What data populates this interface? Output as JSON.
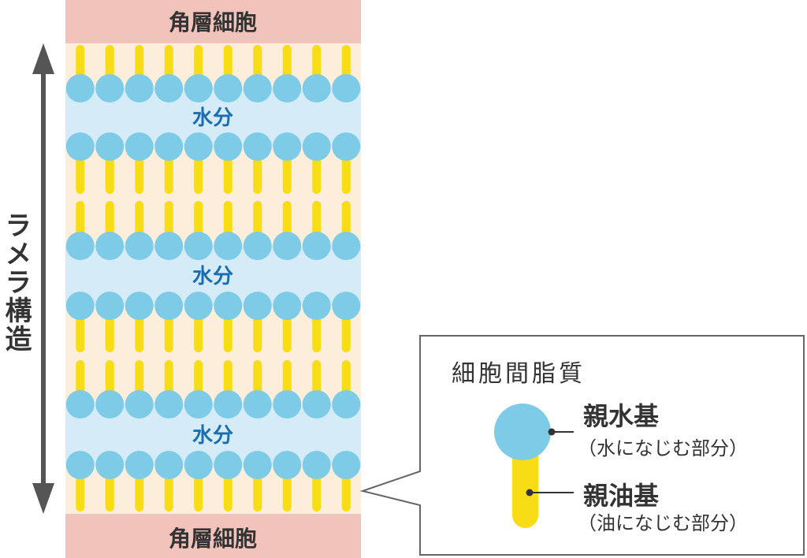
{
  "diagram": {
    "top_cell_label": "角層細胞",
    "bottom_cell_label": "角層細胞",
    "water_labels": [
      "水分",
      "水分",
      "水分"
    ],
    "lamellar_label": "ラメラ構造"
  },
  "legend": {
    "title": "細胞間脂質",
    "hydrophilic": {
      "name": "親水基",
      "note": "（水になじむ部分）"
    },
    "lipophilic": {
      "name": "親油基",
      "note": "（油になじむ部分）"
    }
  },
  "colors": {
    "corneocyte": "#f2c3bb",
    "lipid_layer_bg": "#fdeedc",
    "water": "#d5ecf8",
    "head": "#7ecbe7",
    "tail": "#f8dd16",
    "water_text": "#1b6db2",
    "arrow": "#555555",
    "text": "#333333",
    "callout_border": "#666666"
  }
}
